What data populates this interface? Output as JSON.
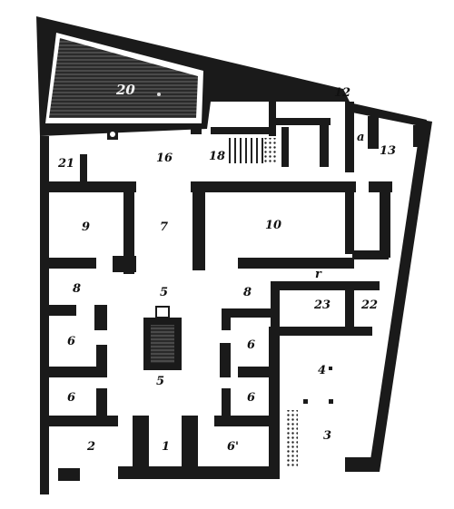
{
  "plan": {
    "labels": {
      "r1": "1",
      "r2": "2",
      "r3": "3",
      "r4": "4",
      "r5": "5",
      "r5b": "5",
      "r6a": "6",
      "r6b": "6",
      "r6c": "6",
      "r6d": "6",
      "r6e": "6'",
      "r7": "7",
      "r8a": "8",
      "r8b": "8",
      "r9": "9",
      "r10": "10",
      "r12": "12",
      "r13": "13",
      "r16": "16",
      "r18": "18",
      "r20": "20",
      "r21": "21",
      "r22": "22",
      "r23": "23",
      "rr": "r",
      "ra": "a"
    }
  }
}
